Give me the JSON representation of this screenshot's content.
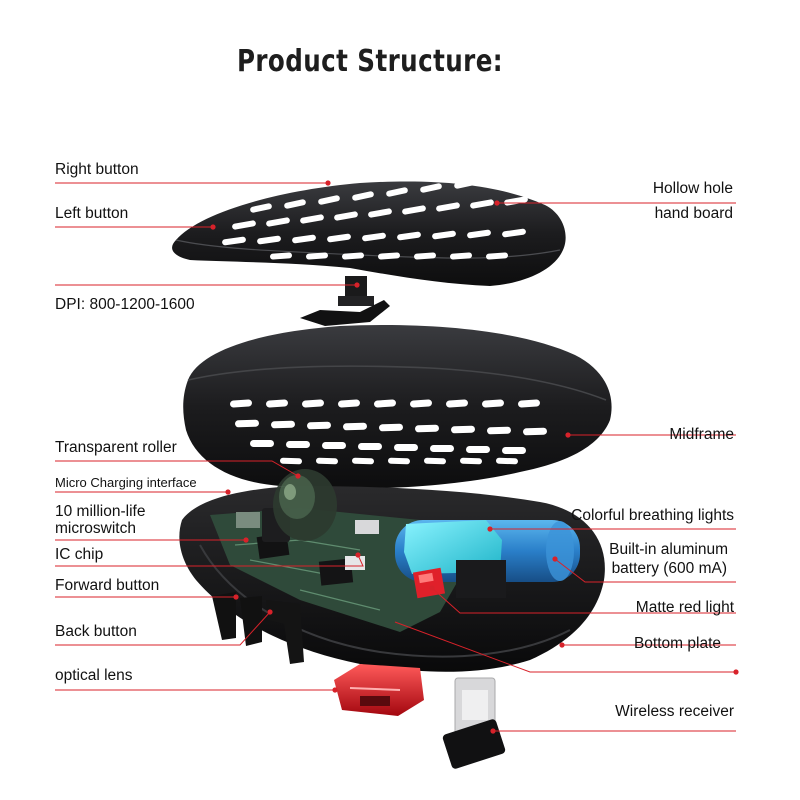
{
  "title": "Product Structure:",
  "colors": {
    "leader": "#d8222a",
    "shell": "#1b1b1d",
    "cyan": "#27c6d8",
    "redlight": "#e0202a",
    "battery": "#2a7fc9",
    "pcb": "#2f4a3a"
  },
  "labels": {
    "right_button": "Right button",
    "left_button": "Left button",
    "dpi": "DPI: 800-1200-1600",
    "transparent_roller": "Transparent roller",
    "micro_charging": "Micro Charging interface",
    "microswitch_line1": "10 million-life",
    "microswitch_line2": "microswitch",
    "ic_chip": "IC  chip",
    "forward_button": "Forward button",
    "back_button": "Back button",
    "optical_lens": "optical lens",
    "hollow_line1": "Hollow hole",
    "hollow_line2": "hand board",
    "midframe": "Midframe",
    "breathing_lights": "Colorful breathing lights",
    "battery_line1": "Built-in aluminum",
    "battery_line2": "battery (600 mA)",
    "matte_red_light": "Matte red light",
    "bottom_plate": "Bottom plate",
    "wireless_receiver": "Wireless receiver"
  }
}
